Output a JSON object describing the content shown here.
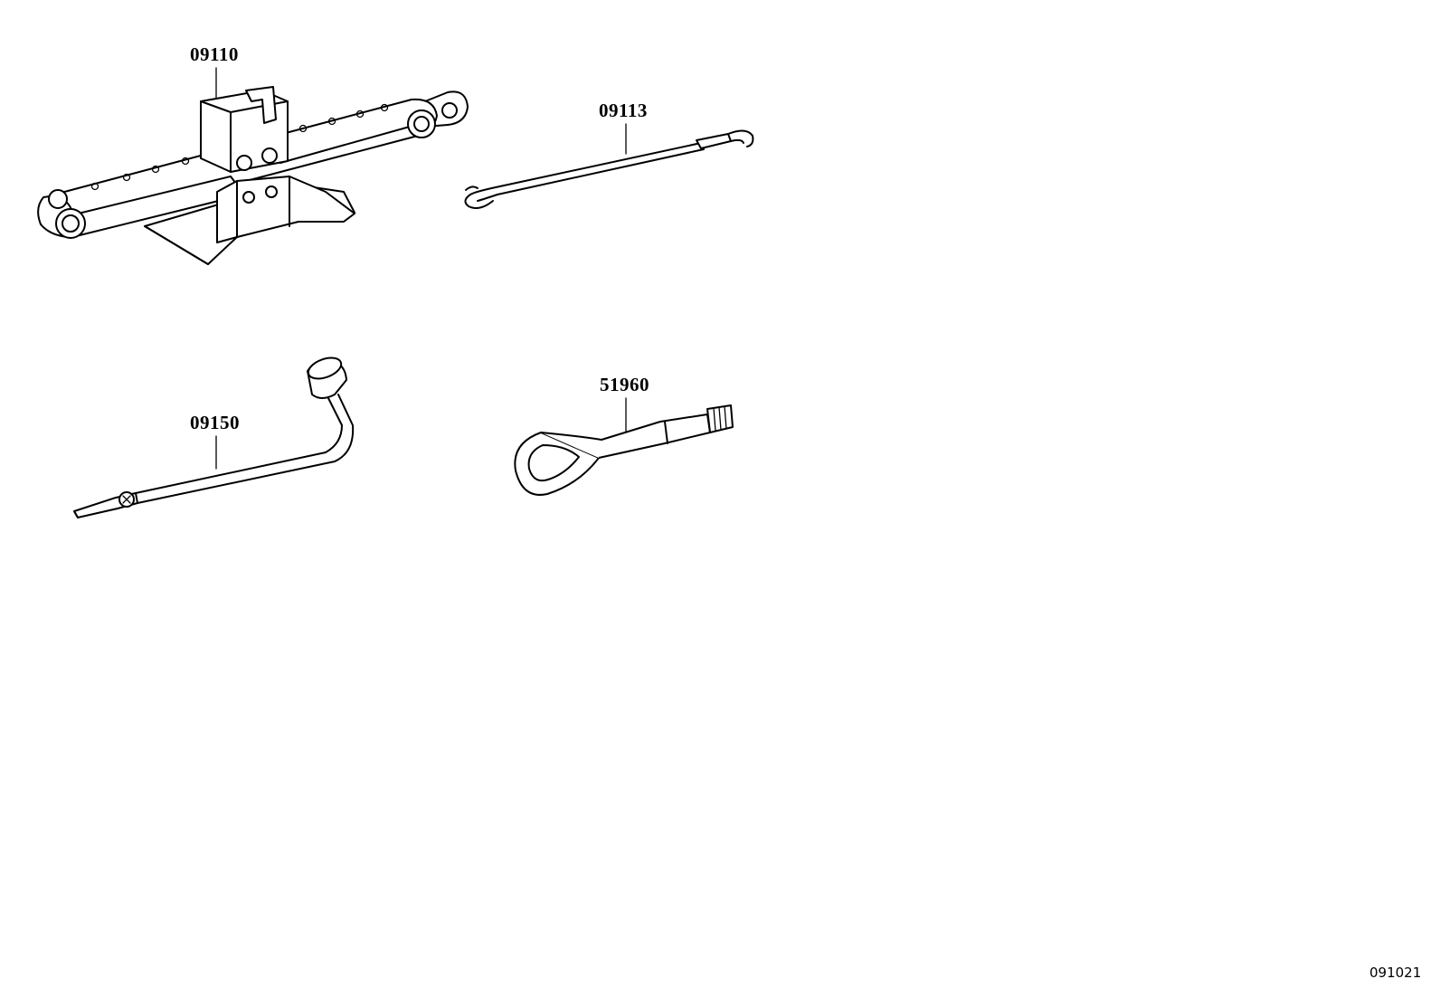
{
  "parts": [
    {
      "id": "jack",
      "number": "09110"
    },
    {
      "id": "jack-handle",
      "number": "09113"
    },
    {
      "id": "wheel-nut-wrench",
      "number": "09150"
    },
    {
      "id": "tire-crank-handle",
      "number": "51960"
    }
  ],
  "figure_code": "091021"
}
